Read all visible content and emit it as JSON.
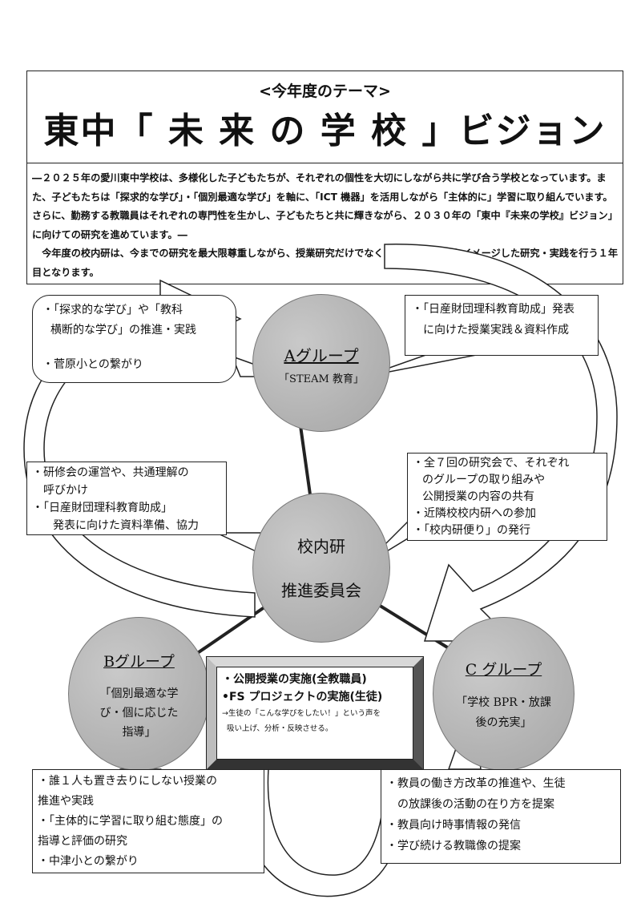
{
  "theme": {
    "label": "<今年度のテーマ>",
    "title": "東中「 未 来 の 学 校 」ビジョン",
    "paragraph1": "―２０２５年の愛川東中学校は、多様化した子どもたちが、それぞれの個性を大切にしながら共に学び合う学校となっています。また、子どもたちは「探求的な学び」・「個別最適な学び」を軸に、「ICT 機器」を活用しながら「主体的に」学習に取り組んでいます。さらに、勤務する教職員はそれぞれの専門性を生かし、子どもたちと共に輝きながら、２０３０年の「東中『未来の学校』ビジョン」に向けての研究を進めています。―",
    "paragraph2": "今年度の校内研は、今までの研究を最大限尊重しながら、授業研究だけでなく「未来の学校」をイメージした研究・実践を行う１年目となります。"
  },
  "groups": {
    "a": {
      "title": "Aグループ",
      "subtitle": "「STEAM 教育」"
    },
    "center": {
      "line1": "校内研",
      "line2": "推進委員会"
    },
    "b": {
      "title": "Bグループ",
      "line1": "「個別最適な学",
      "line2": "び・個に応じた",
      "line3": "指導」"
    },
    "c": {
      "title": "C グループ",
      "line1": "「学校 BPR・放課",
      "line2": "後の充実」"
    }
  },
  "callouts": {
    "a_left": {
      "line1": "・「探求的な学び」や「教科",
      "line2": "横断的な学び」の推進・実践",
      "line3": "・菅原小との繋がり"
    },
    "a_right": {
      "line1": "・「日産財団理科教育助成」発表",
      "line2": "に向けた授業実践＆資料作成"
    },
    "center_left": {
      "line1": "・研修会の運営や、共通理解の",
      "line2": "呼びかけ",
      "line3": "・「日産財団理科教育助成」",
      "line4": "発表に向けた資料準備、協力"
    },
    "center_right": {
      "line1": "・全７回の研究会で、それぞれ",
      "line2": "のグループの取り組みや",
      "line3": "公開授業の内容の共有",
      "line4": "・近隣校校内研への参加",
      "line5": "・「校内研便り」の発行"
    },
    "b_bottom": {
      "line1": "・誰１人も置き去りにしない授業の",
      "line2": "推進や実践",
      "line3": "・「主体的に学習に取り組む態度」の",
      "line4": "指導と評価の研究",
      "line5": "・中津小との繋がり"
    },
    "c_bottom": {
      "line1": "・教員の働き方改革の推進や、生徒",
      "line2": "の放課後の活動の在り方を提案",
      "line3": "・教員向け時事情報の発信",
      "line4": "・学び続ける教職像の提案"
    }
  },
  "bottom_panel": {
    "line1": "・公開授業の実施(全教職員)",
    "line2": "•FS プロジェクトの実施(生徒)",
    "line3": "→生徒の「こんな学びをしたい！」という声を",
    "line4": "吸い上げ、分析・反映させる。"
  }
}
